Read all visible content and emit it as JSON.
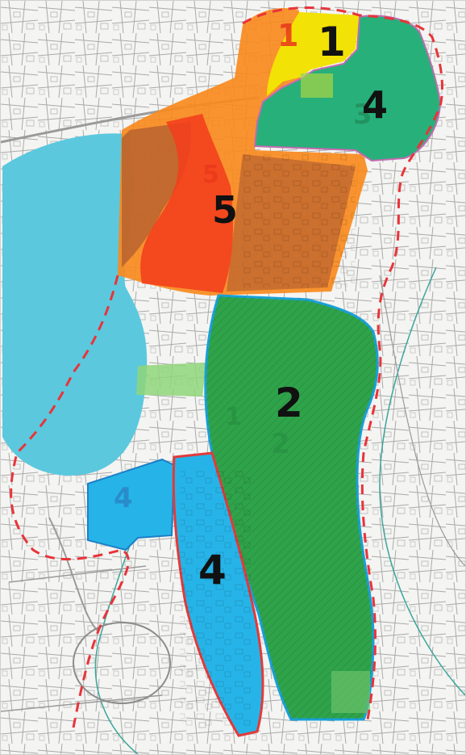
{
  "map": {
    "zones": [
      {
        "id": "zone-1-yellow",
        "label": "1",
        "color": "#f2e205"
      },
      {
        "id": "zone-4-teal",
        "label": "4",
        "color": "#27b07a"
      },
      {
        "id": "zone-5-red",
        "label": "5",
        "color": "#f23d1c"
      },
      {
        "id": "zone-2-green",
        "label": "2",
        "color": "#2fa34a"
      },
      {
        "id": "zone-4-blue",
        "label": "4",
        "color": "#26b4e8"
      }
    ],
    "ghost_labels": [
      {
        "label": "1",
        "color": "#e8361a"
      },
      {
        "label": "3",
        "color": "#1f7d4d"
      },
      {
        "label": "5",
        "color": "#e8361a"
      },
      {
        "label": "1",
        "color": "#238a3f"
      },
      {
        "label": "2",
        "color": "#238a3f"
      },
      {
        "label": "4",
        "color": "#2a7fc0"
      }
    ],
    "colors": {
      "orange": "#f98a1e",
      "brown": "#b8632f",
      "lake": "#5bc8de",
      "light_green": "#8fd67a",
      "boundary_dash": "#e8343a",
      "road": "#9a9a9a",
      "road_teal": "#3aa59a"
    }
  }
}
